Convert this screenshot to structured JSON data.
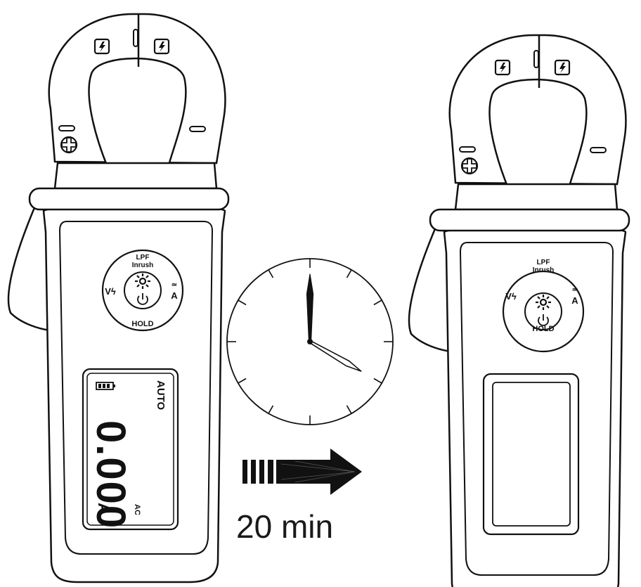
{
  "meter_before": {
    "dial": {
      "top_label_1": "LPF",
      "top_label_2": "Inrush",
      "left_label": "Vϟ",
      "right_label_symbol": "≃",
      "right_label": "A",
      "bottom_label": "HOLD"
    },
    "display": {
      "state": "on",
      "range_mode": "AUTO",
      "reading": "0.000",
      "unit": "A",
      "sub_unit": "AC",
      "battery": "full"
    }
  },
  "meter_after": {
    "dial": {
      "top_label_1": "LPF",
      "top_label_2": "Inrush",
      "left_label": "Vϟ",
      "right_label_symbol": "≃",
      "right_label": "A",
      "bottom_label": "HOLD"
    },
    "display": {
      "state": "off"
    }
  },
  "clock": {
    "hour_hand": 4,
    "minute_hand": 0
  },
  "transition": {
    "caption": "20 min",
    "arrow": "right-arrow"
  },
  "icons": [
    "lightning-warning-icon",
    "backlight-sun-icon",
    "power-icon",
    "battery-icon"
  ],
  "colors": {
    "outline": "#111111",
    "background": "#ffffff"
  }
}
